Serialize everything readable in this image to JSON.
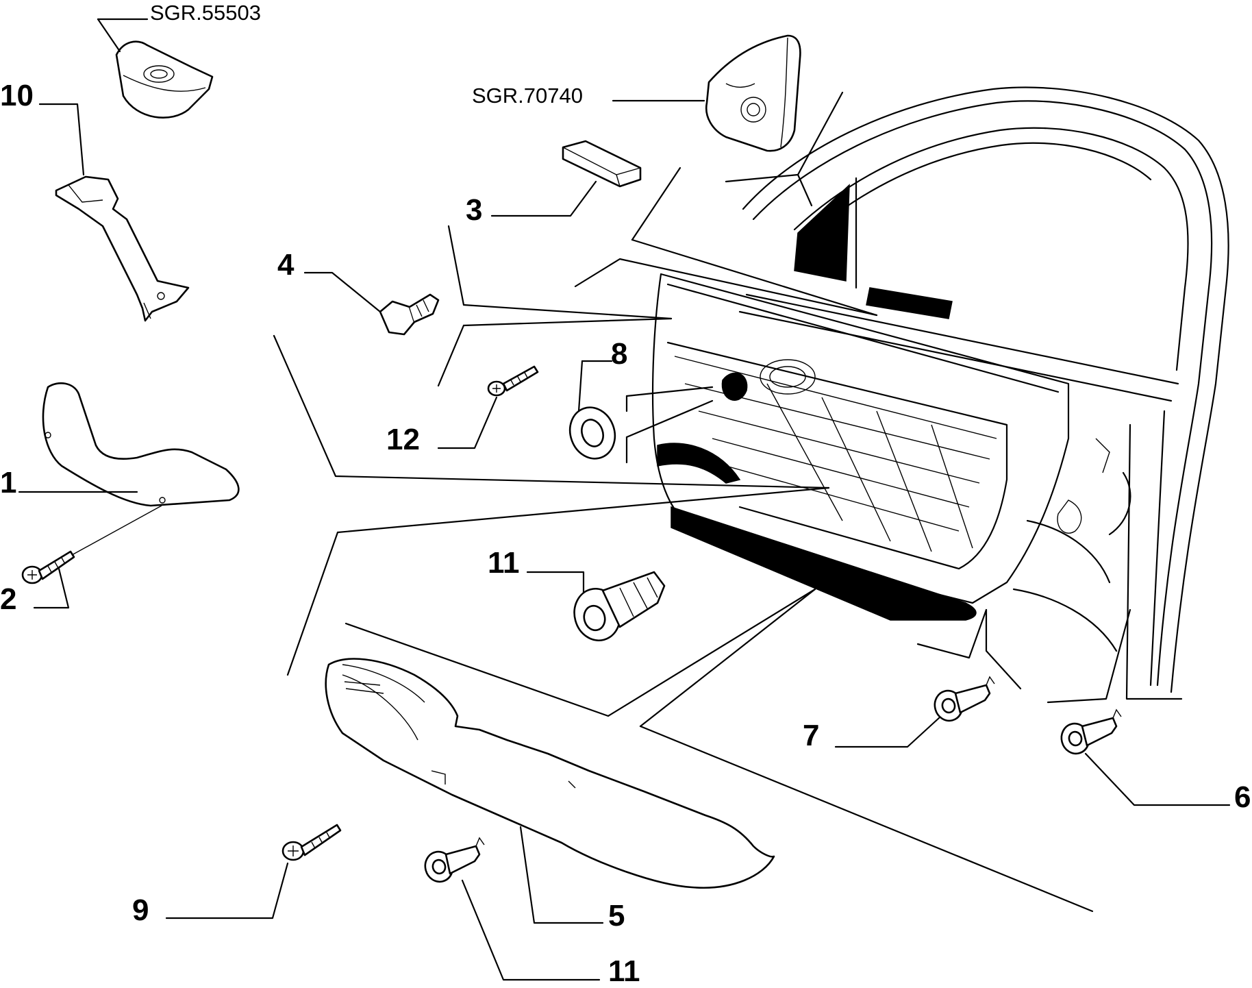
{
  "labels": {
    "p1": "1",
    "p2": "2",
    "p3": "3",
    "p4": "4",
    "p5": "5",
    "p6": "6",
    "p7": "7",
    "p8": "8",
    "p9": "9",
    "p10": "10",
    "p11_top": "11",
    "p11_bottom": "11",
    "p12": "12",
    "ref_a": "SGR.55503",
    "ref_b": "SGR.70740"
  }
}
